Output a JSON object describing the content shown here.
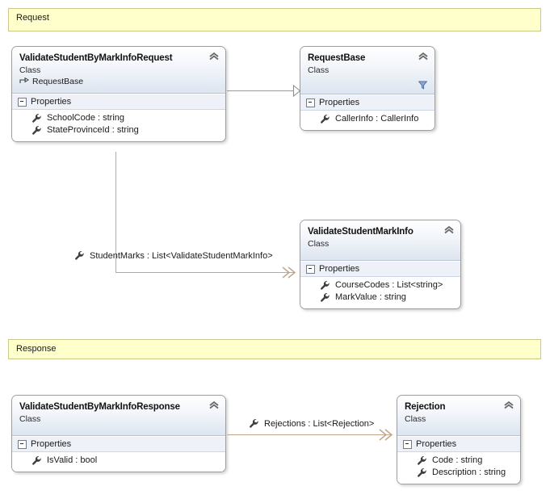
{
  "diagram": {
    "title": "Class Diagram",
    "background": "#ffffff"
  },
  "sections": [
    {
      "id": "request",
      "label": "Request",
      "fill": "#ffffcc",
      "border": "#c9c98a"
    },
    {
      "id": "response",
      "label": "Response",
      "fill": "#ffffcc",
      "border": "#c9c98a"
    }
  ],
  "classes": [
    {
      "id": "validate-student-by-mark-info-request",
      "name": "ValidateStudentByMarkInfoRequest",
      "stereotype": "Class",
      "base": "RequestBase",
      "has_base": true,
      "has_filter_icon": false,
      "compartment": "Properties",
      "members": [
        {
          "name": "SchoolCode : string",
          "icon": "wrench-icon"
        },
        {
          "name": "StateProvinceId : string",
          "icon": "wrench-icon"
        }
      ]
    },
    {
      "id": "request-base",
      "name": "RequestBase",
      "stereotype": "Class",
      "base": "",
      "has_base": false,
      "has_filter_icon": true,
      "compartment": "Properties",
      "members": [
        {
          "name": "CallerInfo : CallerInfo",
          "icon": "wrench-icon"
        }
      ]
    },
    {
      "id": "validate-student-mark-info",
      "name": "ValidateStudentMarkInfo",
      "stereotype": "Class",
      "base": "",
      "has_base": false,
      "has_filter_icon": false,
      "compartment": "Properties",
      "members": [
        {
          "name": "CourseCodes : List<string>",
          "icon": "wrench-icon"
        },
        {
          "name": "MarkValue : string",
          "icon": "wrench-icon"
        }
      ]
    },
    {
      "id": "validate-student-by-mark-info-response",
      "name": "ValidateStudentByMarkInfoResponse",
      "stereotype": "Class",
      "base": "",
      "has_base": false,
      "has_filter_icon": false,
      "compartment": "Properties",
      "members": [
        {
          "name": "IsValid : bool",
          "icon": "wrench-icon"
        }
      ]
    },
    {
      "id": "rejection",
      "name": "Rejection",
      "stereotype": "Class",
      "base": "",
      "has_base": false,
      "has_filter_icon": false,
      "compartment": "Properties",
      "members": [
        {
          "name": "Code : string",
          "icon": "wrench-icon"
        },
        {
          "name": "Description : string",
          "icon": "wrench-icon"
        }
      ]
    }
  ],
  "connectors": [
    {
      "id": "inheritance-request-to-requestbase",
      "kind": "inheritance",
      "from": "ValidateStudentByMarkInfoRequest",
      "to": "RequestBase",
      "label": "",
      "color": "#9a9a9a"
    },
    {
      "id": "assoc-studentmarks",
      "kind": "association",
      "from": "ValidateStudentByMarkInfoRequest",
      "to": "ValidateStudentMarkInfo",
      "label": "StudentMarks : List<ValidateStudentMarkInfo>",
      "icon": "wrench-icon",
      "color": "#c2a68c"
    },
    {
      "id": "assoc-rejections",
      "kind": "association",
      "from": "ValidateStudentByMarkInfoResponse",
      "to": "Rejection",
      "label": "Rejections : List<Rejection>",
      "icon": "wrench-icon",
      "color": "#c2a68c"
    }
  ],
  "icons": {
    "collapse": "chevron-up-icon",
    "expander": "minus-box-icon",
    "member": "wrench-icon",
    "filter": "funnel-icon",
    "inherit": "arrow-right-icon"
  }
}
